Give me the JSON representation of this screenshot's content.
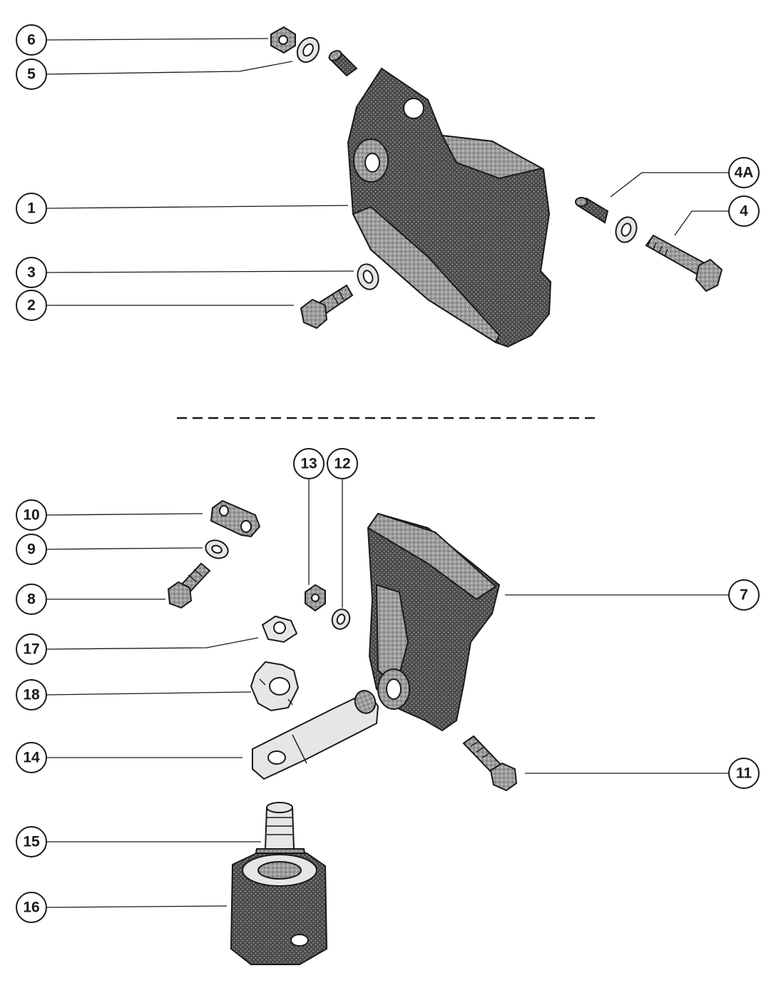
{
  "callouts": [
    {
      "label": "6"
    },
    {
      "label": "5"
    },
    {
      "label": "1"
    },
    {
      "label": "4A"
    },
    {
      "label": "4"
    },
    {
      "label": "3"
    },
    {
      "label": "2"
    },
    {
      "label": "13"
    },
    {
      "label": "12"
    },
    {
      "label": "10"
    },
    {
      "label": "9"
    },
    {
      "label": "8"
    },
    {
      "label": "7"
    },
    {
      "label": "17"
    },
    {
      "label": "18"
    },
    {
      "label": "14"
    },
    {
      "label": "11"
    },
    {
      "label": "15"
    },
    {
      "label": "16"
    }
  ],
  "colors": {
    "ink": "#1a1a1a",
    "paper": "#ffffff",
    "stipple_dark": "#3a3a3a",
    "stipple_light": "#8a8a8a"
  }
}
